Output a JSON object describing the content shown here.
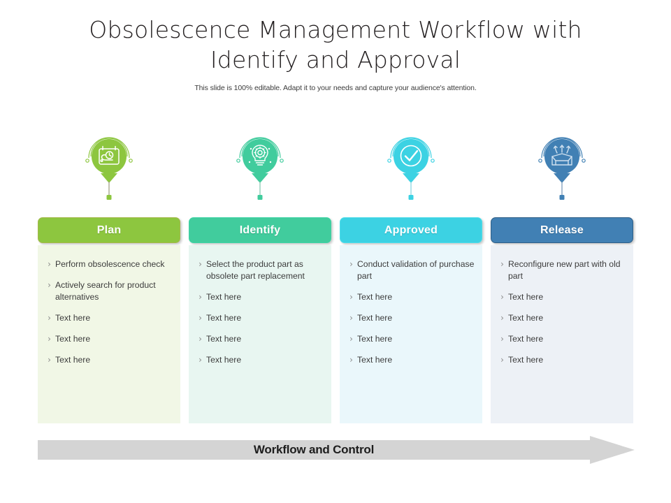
{
  "header": {
    "title_line1": "Obsolescence Management Workflow with",
    "title_line2": "Identify and Approval",
    "subtitle": "This slide is 100% editable. Adapt it to your needs and capture your audience's attention."
  },
  "bullet_marker": "›",
  "colors": {
    "plan": "#8DC63F",
    "plan_border": "#A4B84A",
    "plan_panel": "#F1F7E6",
    "identify": "#41CC9D",
    "identify_border": "#3FD4A6",
    "identify_panel": "#E8F6F1",
    "approved": "#3CD2E3",
    "approved_border": "#4FDDEA",
    "approved_panel": "#EAF7FB",
    "release": "#4180B4",
    "release_border": "#2F5F87",
    "release_panel": "#EDF1F6",
    "arrow": "#D4D4D4",
    "title": "#231f20"
  },
  "columns": [
    {
      "id": "plan",
      "icon": "calendar-schedule-icon",
      "header_label": "Plan",
      "bullets": [
        "Perform obsolescence check",
        "Actively  search for product  alternatives",
        "Text here",
        "Text here",
        "Text here"
      ]
    },
    {
      "id": "identify",
      "icon": "lightbulb-gear-icon",
      "header_label": "Identify",
      "bullets": [
        "Select the product part as obsolete part replacement",
        "Text here",
        "Text here",
        "Text here",
        "Text here"
      ]
    },
    {
      "id": "approved",
      "icon": "check-circle-icon",
      "header_label": "Approved",
      "bullets": [
        "Conduct validation  of purchase part",
        "Text here",
        "Text here",
        "Text here",
        "Text here"
      ]
    },
    {
      "id": "release",
      "icon": "open-box-launch-icon",
      "header_label": "Release",
      "bullets": [
        "Reconfigure new part with old part",
        "Text here",
        "Text here",
        "Text here",
        "Text here"
      ]
    }
  ],
  "footer": {
    "arrow_label": "Workflow and Control"
  }
}
